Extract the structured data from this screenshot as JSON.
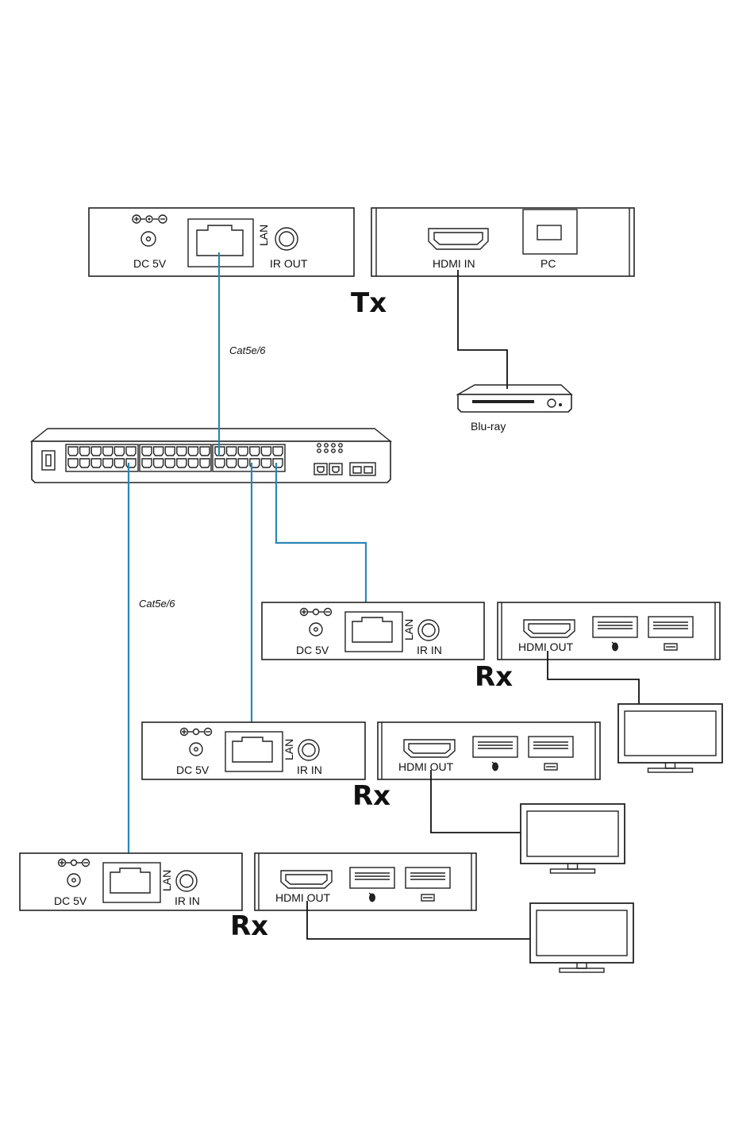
{
  "tx": {
    "label": "Tx",
    "left_unit": {
      "power_label": "DC 5V",
      "lan_label": "LAN",
      "ir_label": "IR OUT"
    },
    "right_unit": {
      "hdmi_label": "HDMI IN",
      "usb_label": "PC"
    },
    "source_label": "Blu-ray"
  },
  "cables": {
    "upper": "Cat5e/6",
    "lower": "Cat5e/6"
  },
  "rx_units": [
    {
      "label": "Rx",
      "power_label": "DC 5V",
      "lan_label": "LAN",
      "ir_label": "IR IN",
      "hdmi_label": "HDMI OUT"
    },
    {
      "label": "Rx",
      "power_label": "DC 5V",
      "lan_label": "LAN",
      "ir_label": "IR IN",
      "hdmi_label": "HDMI OUT"
    },
    {
      "label": "Rx",
      "power_label": "DC 5V",
      "lan_label": "LAN",
      "ir_label": "IR IN",
      "hdmi_label": "HDMI OUT"
    }
  ],
  "colors": {
    "cable": "#2a86b8",
    "line": "#222222"
  },
  "icons": [
    "power-polarity-icon",
    "dc-jack-icon",
    "rj45-port-icon",
    "ir-jack-icon",
    "hdmi-port-icon",
    "usb-b-port-icon",
    "usb-a-port-icon",
    "mouse-icon",
    "keyboard-icon",
    "monitor-icon",
    "bluray-player-icon",
    "network-switch-icon"
  ]
}
